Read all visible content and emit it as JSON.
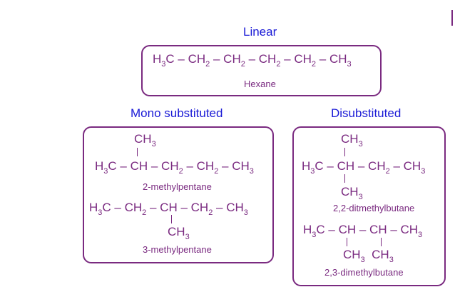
{
  "sections": {
    "linear": "Linear",
    "mono": "Mono substituted",
    "di": "Disubstituted"
  },
  "molecules": {
    "hexane": {
      "name": "Hexane",
      "formula": [
        {
          "t": "H"
        },
        {
          "s": "3"
        },
        {
          "t": "C – CH"
        },
        {
          "s": "2"
        },
        {
          "t": " – CH"
        },
        {
          "s": "2"
        },
        {
          "t": " – CH"
        },
        {
          "s": "2"
        },
        {
          "t": " – CH"
        },
        {
          "s": "2"
        },
        {
          "t": " – CH"
        },
        {
          "s": "3"
        }
      ]
    },
    "m2pentane": {
      "name": "2-methylpentane",
      "branch_top": [
        {
          "t": "CH"
        },
        {
          "s": "3"
        }
      ],
      "main": [
        {
          "t": "H"
        },
        {
          "s": "3"
        },
        {
          "t": "C – CH – CH"
        },
        {
          "s": "2"
        },
        {
          "t": " – CH"
        },
        {
          "s": "2"
        },
        {
          "t": " – CH"
        },
        {
          "s": "3"
        }
      ]
    },
    "m3pentane": {
      "name": "3-methylpentane",
      "main": [
        {
          "t": "H"
        },
        {
          "s": "3"
        },
        {
          "t": "C – CH"
        },
        {
          "s": "2"
        },
        {
          "t": " – CH – CH"
        },
        {
          "s": "2"
        },
        {
          "t": " – CH"
        },
        {
          "s": "3"
        }
      ],
      "branch_bottom": [
        {
          "t": "CH"
        },
        {
          "s": "3"
        }
      ]
    },
    "dm22butane": {
      "name": "2,2-ditmethylbutane",
      "branch_top": [
        {
          "t": "CH"
        },
        {
          "s": "3"
        }
      ],
      "main": [
        {
          "t": "H"
        },
        {
          "s": "3"
        },
        {
          "t": "C – CH – CH"
        },
        {
          "s": "2"
        },
        {
          "t": " – CH"
        },
        {
          "s": "3"
        }
      ],
      "branch_bottom": [
        {
          "t": "CH"
        },
        {
          "s": "3"
        }
      ]
    },
    "dm23butane": {
      "name": "2,3-dimethylbutane",
      "main": [
        {
          "t": "H"
        },
        {
          "s": "3"
        },
        {
          "t": "C – CH – CH – CH"
        },
        {
          "s": "3"
        }
      ],
      "branch_bottom": [
        {
          "t": "CH"
        },
        {
          "s": "3"
        },
        {
          "t": "  CH"
        },
        {
          "s": "3"
        }
      ]
    }
  }
}
